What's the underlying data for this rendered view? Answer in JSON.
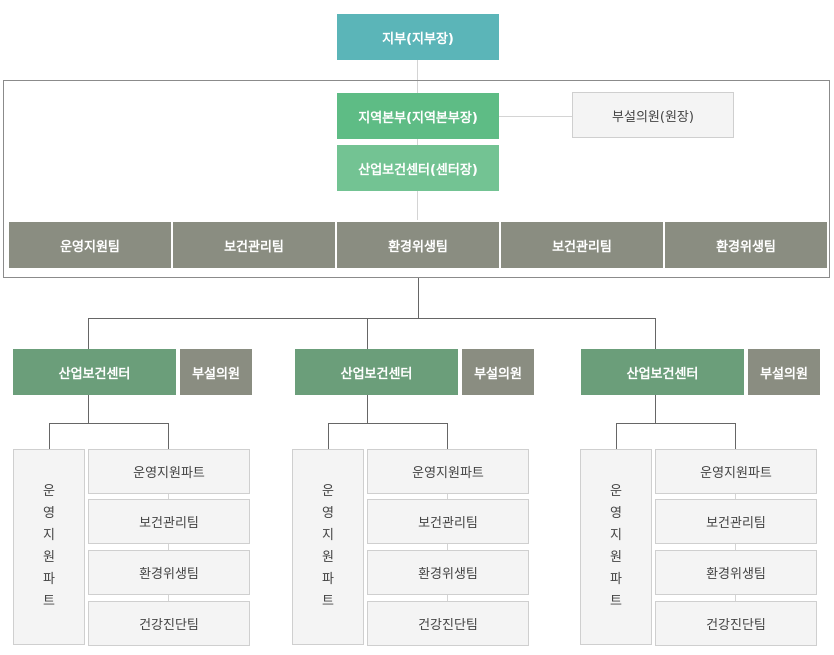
{
  "top": {
    "branch": "지부(지부장)"
  },
  "region": {
    "hq": "지역본부(지역본부장)",
    "clinic": "부설의원(원장)",
    "center": "산업보건센터(센터장)",
    "teams": [
      "운영지원팀",
      "보건관리팀",
      "환경위생팀",
      "보건관리팀",
      "환경위생팀"
    ]
  },
  "centers": [
    {
      "name": "산업보건센터",
      "clinic": "부설의원",
      "ops_vertical": [
        "운",
        "영",
        "지",
        "원",
        "파",
        "트"
      ],
      "parts": [
        "운영지원파트",
        "보건관리팀",
        "환경위생팀",
        "건강진단팀"
      ]
    },
    {
      "name": "산업보건센터",
      "clinic": "부설의원",
      "ops_vertical": [
        "운",
        "영",
        "지",
        "원",
        "파",
        "트"
      ],
      "parts": [
        "운영지원파트",
        "보건관리팀",
        "환경위생팀",
        "건강진단팀"
      ]
    },
    {
      "name": "산업보건센터",
      "clinic": "부설의원",
      "ops_vertical": [
        "운",
        "영",
        "지",
        "원",
        "파",
        "트"
      ],
      "parts": [
        "운영지원파트",
        "보건관리팀",
        "환경위생팀",
        "건강진단팀"
      ]
    }
  ]
}
